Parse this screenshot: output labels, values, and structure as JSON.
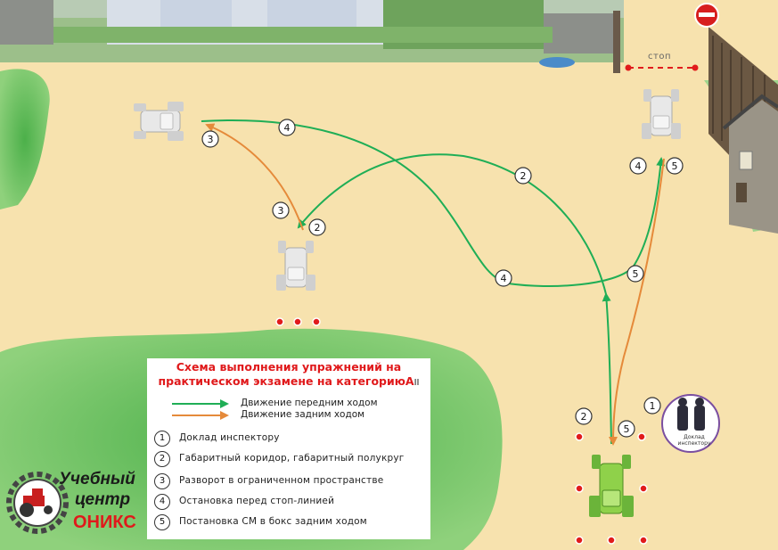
{
  "legend": {
    "title_line1": "Схема выполнения упражнений на",
    "title_line2": "практическом экзамене на категориюA",
    "title_suffix": "II",
    "forward_label": "Движение передним ходом",
    "reverse_label": "Движение задним ходом",
    "items": [
      {
        "num": "1",
        "text": "Доклад инспектору"
      },
      {
        "num": "2",
        "text": "Габаритный коридор, габаритный полукруг"
      },
      {
        "num": "3",
        "text": "Разворот в ограниченном пространстве"
      },
      {
        "num": "4",
        "text": "Остановка перед стоп-линией"
      },
      {
        "num": "5",
        "text": "Постановка СМ в бокс задним ходом"
      }
    ]
  },
  "route_markers": {
    "m4_top": "4",
    "m3_left": "3",
    "m3_mid": "3",
    "m2_mid": "2",
    "m2_right": "2",
    "m4_mid": "4",
    "m4_stop": "4",
    "m5_stop": "5",
    "m5_right": "5",
    "m2_start": "2",
    "m5_start": "5",
    "m1_start": "1"
  },
  "stop_label": "стоп",
  "inspector_label": "Доклад инспектору",
  "logo": {
    "line1": "Учебный",
    "line2": "центр",
    "line3": "ОНИКС"
  },
  "colors": {
    "forward": "#1fae56",
    "reverse": "#e58a3a",
    "title": "#e0191b",
    "sand": "#f7e2ae",
    "grass": "#5fbf55",
    "cone": "#e11b1b"
  }
}
